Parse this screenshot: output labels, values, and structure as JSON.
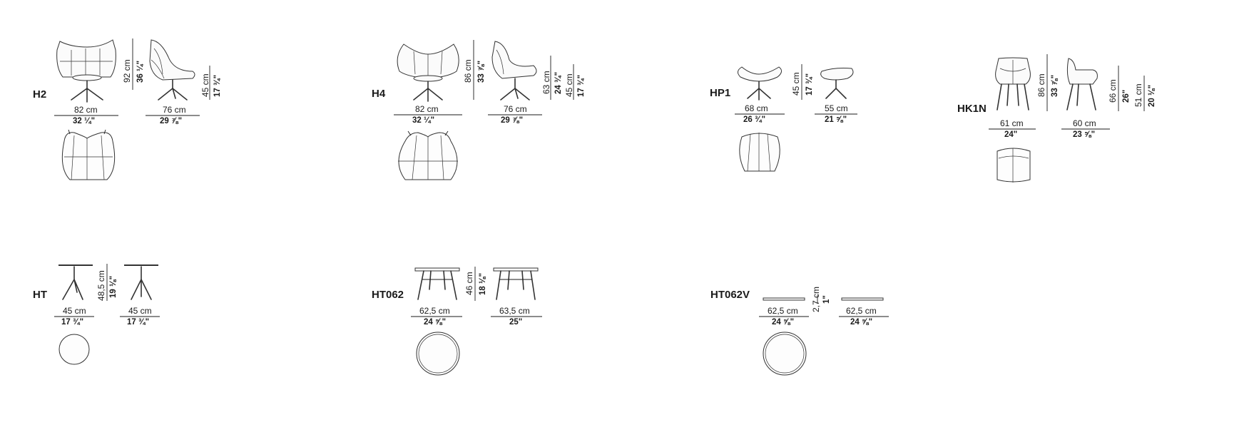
{
  "models": [
    {
      "code": "H2",
      "dims": {
        "front_width_cm": "82 cm",
        "front_width_in": "32 ¼\"",
        "side_depth_cm": "76 cm",
        "side_depth_in": "29 ⅞\"",
        "height_cm": "92 cm",
        "height_in": "36 ¼\"",
        "seat_cm": "45 cm",
        "seat_in": "17 ¾\""
      }
    },
    {
      "code": "H4",
      "dims": {
        "front_width_cm": "82 cm",
        "front_width_in": "32 ¼\"",
        "side_depth_cm": "76 cm",
        "side_depth_in": "29 ⅞\"",
        "height_cm": "86 cm",
        "height_in": "33 ⅞\"",
        "arm_cm": "63 cm",
        "arm_in": "24 ¾\"",
        "seat_cm": "45 cm",
        "seat_in": "17 ¾\""
      }
    },
    {
      "code": "HP1",
      "dims": {
        "front_width_cm": "68 cm",
        "front_width_in": "26 ¾\"",
        "side_depth_cm": "55 cm",
        "side_depth_in": "21 ⅝\"",
        "height_cm": "45 cm",
        "height_in": "17 ¾\""
      }
    },
    {
      "code": "HK1N",
      "dims": {
        "front_width_cm": "61 cm",
        "front_width_in": "24\"",
        "side_depth_cm": "60 cm",
        "side_depth_in": "23 ⅝\"",
        "height_cm": "86 cm",
        "height_in": "33 ⅞\"",
        "arm_cm": "66 cm",
        "arm_in": "26\"",
        "seat_cm": "51 cm",
        "seat_in": "20 ⅛\""
      }
    },
    {
      "code": "HT",
      "dims": {
        "front_width_cm": "45 cm",
        "front_width_in": "17 ¾\"",
        "side_depth_cm": "45 cm",
        "side_depth_in": "17 ¾\"",
        "height_cm": "48,5 cm",
        "height_in": "19 ⅛\""
      }
    },
    {
      "code": "HT062",
      "dims": {
        "front_width_cm": "62,5 cm",
        "front_width_in": "24 ⅝\"",
        "side_depth_cm": "63,5 cm",
        "side_depth_in": "25\"",
        "height_cm": "46 cm",
        "height_in": "18 ⅛\""
      }
    },
    {
      "code": "HT062V",
      "dims": {
        "front_width_cm": "62,5 cm",
        "front_width_in": "24 ⅝\"",
        "side_depth_cm": "62,5 cm",
        "side_depth_in": "24 ⅝\"",
        "height_cm": "2,7 cm",
        "height_in": "1\""
      }
    }
  ]
}
